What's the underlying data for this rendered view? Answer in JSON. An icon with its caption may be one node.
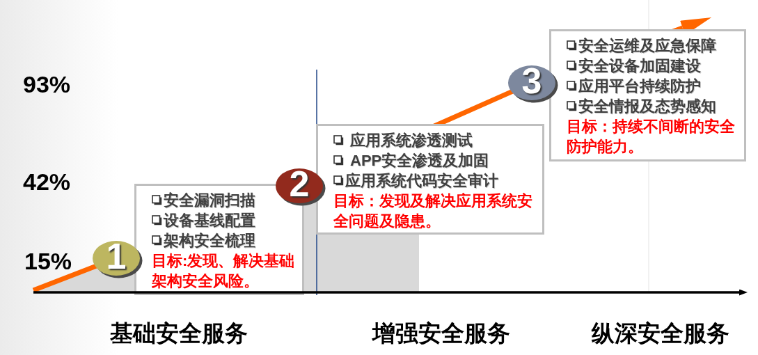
{
  "diagram": {
    "nodes": [
      {
        "text": [
          "1"
        ]
      },
      {
        "text": [
          "安全漏洞扫描",
          "设备基线配置",
          "架构安全梳理",
          "目标:发现、解决基础架构安全风险。"
        ]
      },
      {
        "text": [
          "2"
        ]
      },
      {
        "text": [
          "应用系统渗透测试",
          "APP安全渗透及加固",
          "应用系统代码安全审计",
          "目标：发现及解决应用系统安全问题及隐患。"
        ]
      },
      {
        "text": [
          "3"
        ]
      },
      {
        "text": [
          "安全运维及应急保障",
          "安全设备加固建设",
          "应用平台持续防护",
          "安全情报及态势感知",
          "目标：持续不间断的安全防护能力。"
        ]
      }
    ],
    "labels": [
      "93%",
      "42%",
      "15%",
      "基础安全服务",
      "增强安全服务",
      "纵深安全服务"
    ]
  }
}
